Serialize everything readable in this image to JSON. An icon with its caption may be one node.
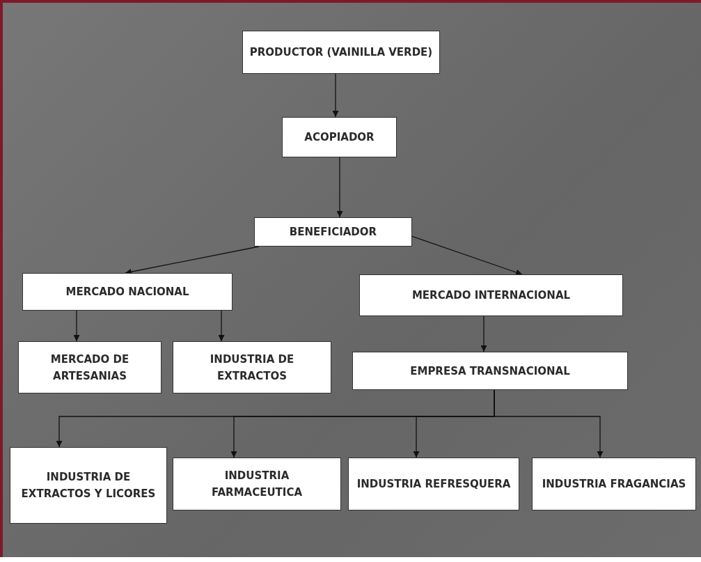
{
  "diagram": {
    "nodes": [
      {
        "text": [
          "PRODUCTOR (VAINILLA VERDE)"
        ]
      },
      {
        "text": [
          "ACOPIADOR"
        ]
      },
      {
        "text": [
          "BENEFICIADOR"
        ]
      },
      {
        "text": [
          "MERCADO NACIONAL"
        ]
      },
      {
        "text": [
          "MERCADO INTERNACIONAL"
        ]
      },
      {
        "text": [
          "MERCADO DE ARTESANIAS"
        ]
      },
      {
        "text": [
          "INDUSTRIA DE EXTRACTOS"
        ]
      },
      {
        "text": [
          "EMPRESA TRANSNACIONAL"
        ]
      },
      {
        "text": [
          "INDUSTRIA DE EXTRACTOS Y LICORES"
        ]
      },
      {
        "text": [
          "INDUSTRIA FARMACEUTICA"
        ]
      },
      {
        "text": [
          "INDUSTRIA REFRESQUERA"
        ]
      },
      {
        "text": [
          "INDUSTRIA FRAGANCIAS"
        ]
      }
    ],
    "edges": [
      {
        "from": 0,
        "to": 1,
        "arrow": "to"
      },
      {
        "from": 1,
        "to": 2,
        "arrow": "to"
      },
      {
        "from": 2,
        "to": 3,
        "arrow": "to"
      },
      {
        "from": 2,
        "to": 4,
        "arrow": "to"
      },
      {
        "from": 3,
        "to": 5,
        "arrow": "to"
      },
      {
        "from": 3,
        "to": 6,
        "arrow": "to"
      },
      {
        "from": 4,
        "to": 7,
        "arrow": "to"
      },
      {
        "from": 7,
        "to": 8,
        "arrow": "to"
      },
      {
        "from": 7,
        "to": 9,
        "arrow": "to"
      },
      {
        "from": 7,
        "to": 10,
        "arrow": "to"
      },
      {
        "from": 7,
        "to": 11,
        "arrow": "to"
      }
    ]
  }
}
